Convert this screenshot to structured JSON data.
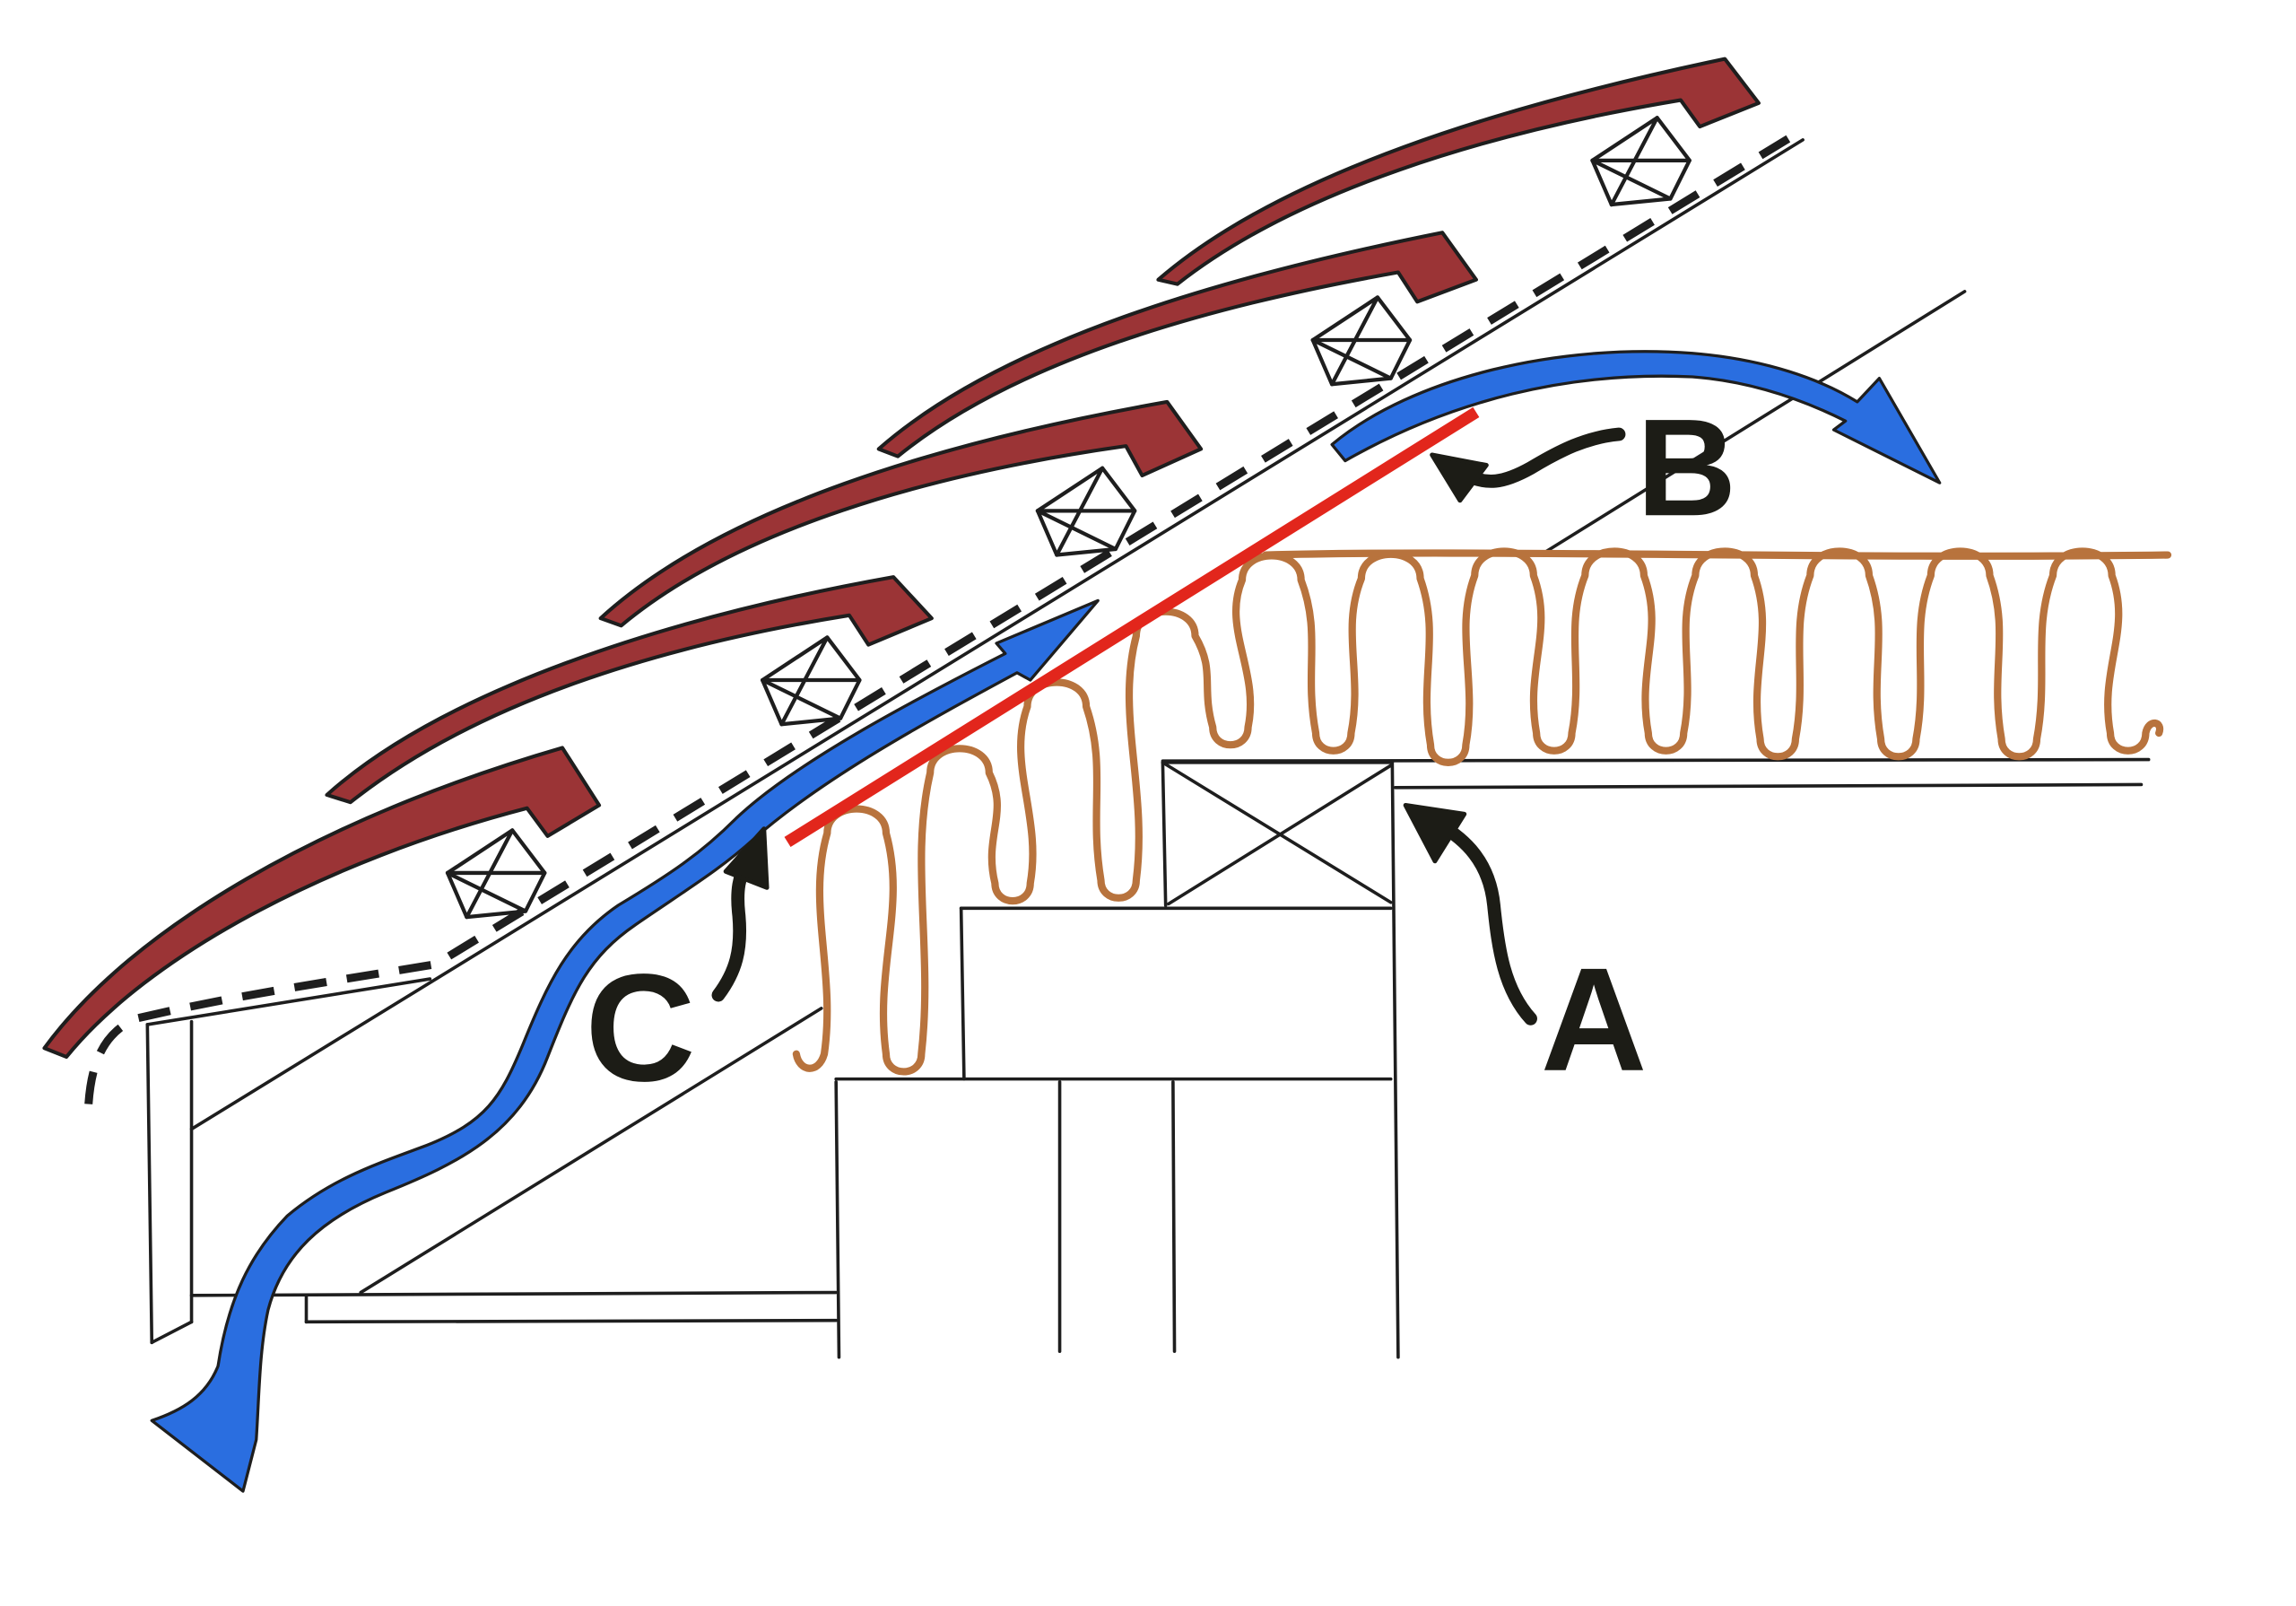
{
  "labels": {
    "a": "A",
    "b": "B",
    "c": "C"
  },
  "colors": {
    "tile": "#9b3436",
    "insulation": "#b8733d",
    "airflow": "#2a6ee0",
    "barrier": "#e2261c",
    "ink": "#1e1e1e",
    "pointer": "#1c1c16"
  }
}
